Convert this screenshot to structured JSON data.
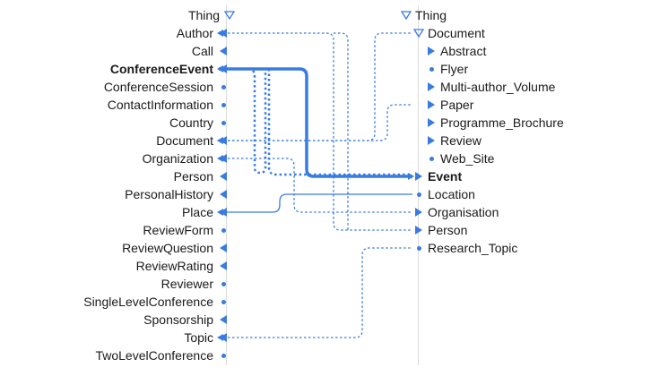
{
  "accent_color": "#3a7be0",
  "left_tree": {
    "root": {
      "label": "Thing",
      "icon": "expanded-triangle-icon"
    },
    "items": [
      {
        "label": "Author",
        "marker": "arrow"
      },
      {
        "label": "Call",
        "marker": "arrow"
      },
      {
        "label": "ConferenceEvent",
        "marker": "arrow",
        "bold": true
      },
      {
        "label": "ConferenceSession",
        "marker": "dot"
      },
      {
        "label": "ContactInformation",
        "marker": "dot"
      },
      {
        "label": "Country",
        "marker": "dot"
      },
      {
        "label": "Document",
        "marker": "arrow"
      },
      {
        "label": "Organization",
        "marker": "arrow"
      },
      {
        "label": "Person",
        "marker": "arrow"
      },
      {
        "label": "PersonalHistory",
        "marker": "arrow"
      },
      {
        "label": "Place",
        "marker": "arrow"
      },
      {
        "label": "ReviewForm",
        "marker": "dot"
      },
      {
        "label": "ReviewQuestion",
        "marker": "arrow"
      },
      {
        "label": "ReviewRating",
        "marker": "arrow"
      },
      {
        "label": "Reviewer",
        "marker": "dot"
      },
      {
        "label": "SingleLevelConference",
        "marker": "dot"
      },
      {
        "label": "Sponsorship",
        "marker": "arrow"
      },
      {
        "label": "Topic",
        "marker": "arrow"
      },
      {
        "label": "TwoLevelConference",
        "marker": "dot"
      }
    ]
  },
  "right_tree": {
    "root": {
      "label": "Thing",
      "icon": "expanded-triangle-icon"
    },
    "items": [
      {
        "label": "Document",
        "marker": "expanded",
        "depth": 1
      },
      {
        "label": "Abstract",
        "marker": "arrow",
        "depth": 2
      },
      {
        "label": "Flyer",
        "marker": "dot",
        "depth": 2
      },
      {
        "label": "Multi-author_Volume",
        "marker": "arrow",
        "depth": 2
      },
      {
        "label": "Paper",
        "marker": "arrow",
        "depth": 2
      },
      {
        "label": "Programme_Brochure",
        "marker": "arrow",
        "depth": 2
      },
      {
        "label": "Review",
        "marker": "arrow",
        "depth": 2
      },
      {
        "label": "Web_Site",
        "marker": "dot",
        "depth": 2
      },
      {
        "label": "Event",
        "marker": "arrow",
        "depth": 1,
        "bold": true
      },
      {
        "label": "Location",
        "marker": "dot",
        "depth": 1
      },
      {
        "label": "Organisation",
        "marker": "arrow",
        "depth": 1
      },
      {
        "label": "Person",
        "marker": "arrow",
        "depth": 1
      },
      {
        "label": "Research_Topic",
        "marker": "dot",
        "depth": 1
      }
    ]
  },
  "mappings": [
    {
      "from": "ConferenceEvent",
      "to": "Event",
      "style": "selected"
    },
    {
      "from": "Place",
      "to": "Location",
      "style": "solid"
    },
    {
      "from": "Author",
      "to": "Person",
      "style": "dashed"
    },
    {
      "from": "Document",
      "to": "Document",
      "style": "dashed"
    },
    {
      "from": "Document",
      "to": "Paper",
      "style": "dashed"
    },
    {
      "from": "Organization",
      "to": "Organisation",
      "style": "dashed"
    },
    {
      "from": "Topic",
      "to": "Research_Topic",
      "style": "dashed"
    },
    {
      "from": "ConferenceEvent",
      "to": "Event",
      "style": "dotted"
    }
  ]
}
